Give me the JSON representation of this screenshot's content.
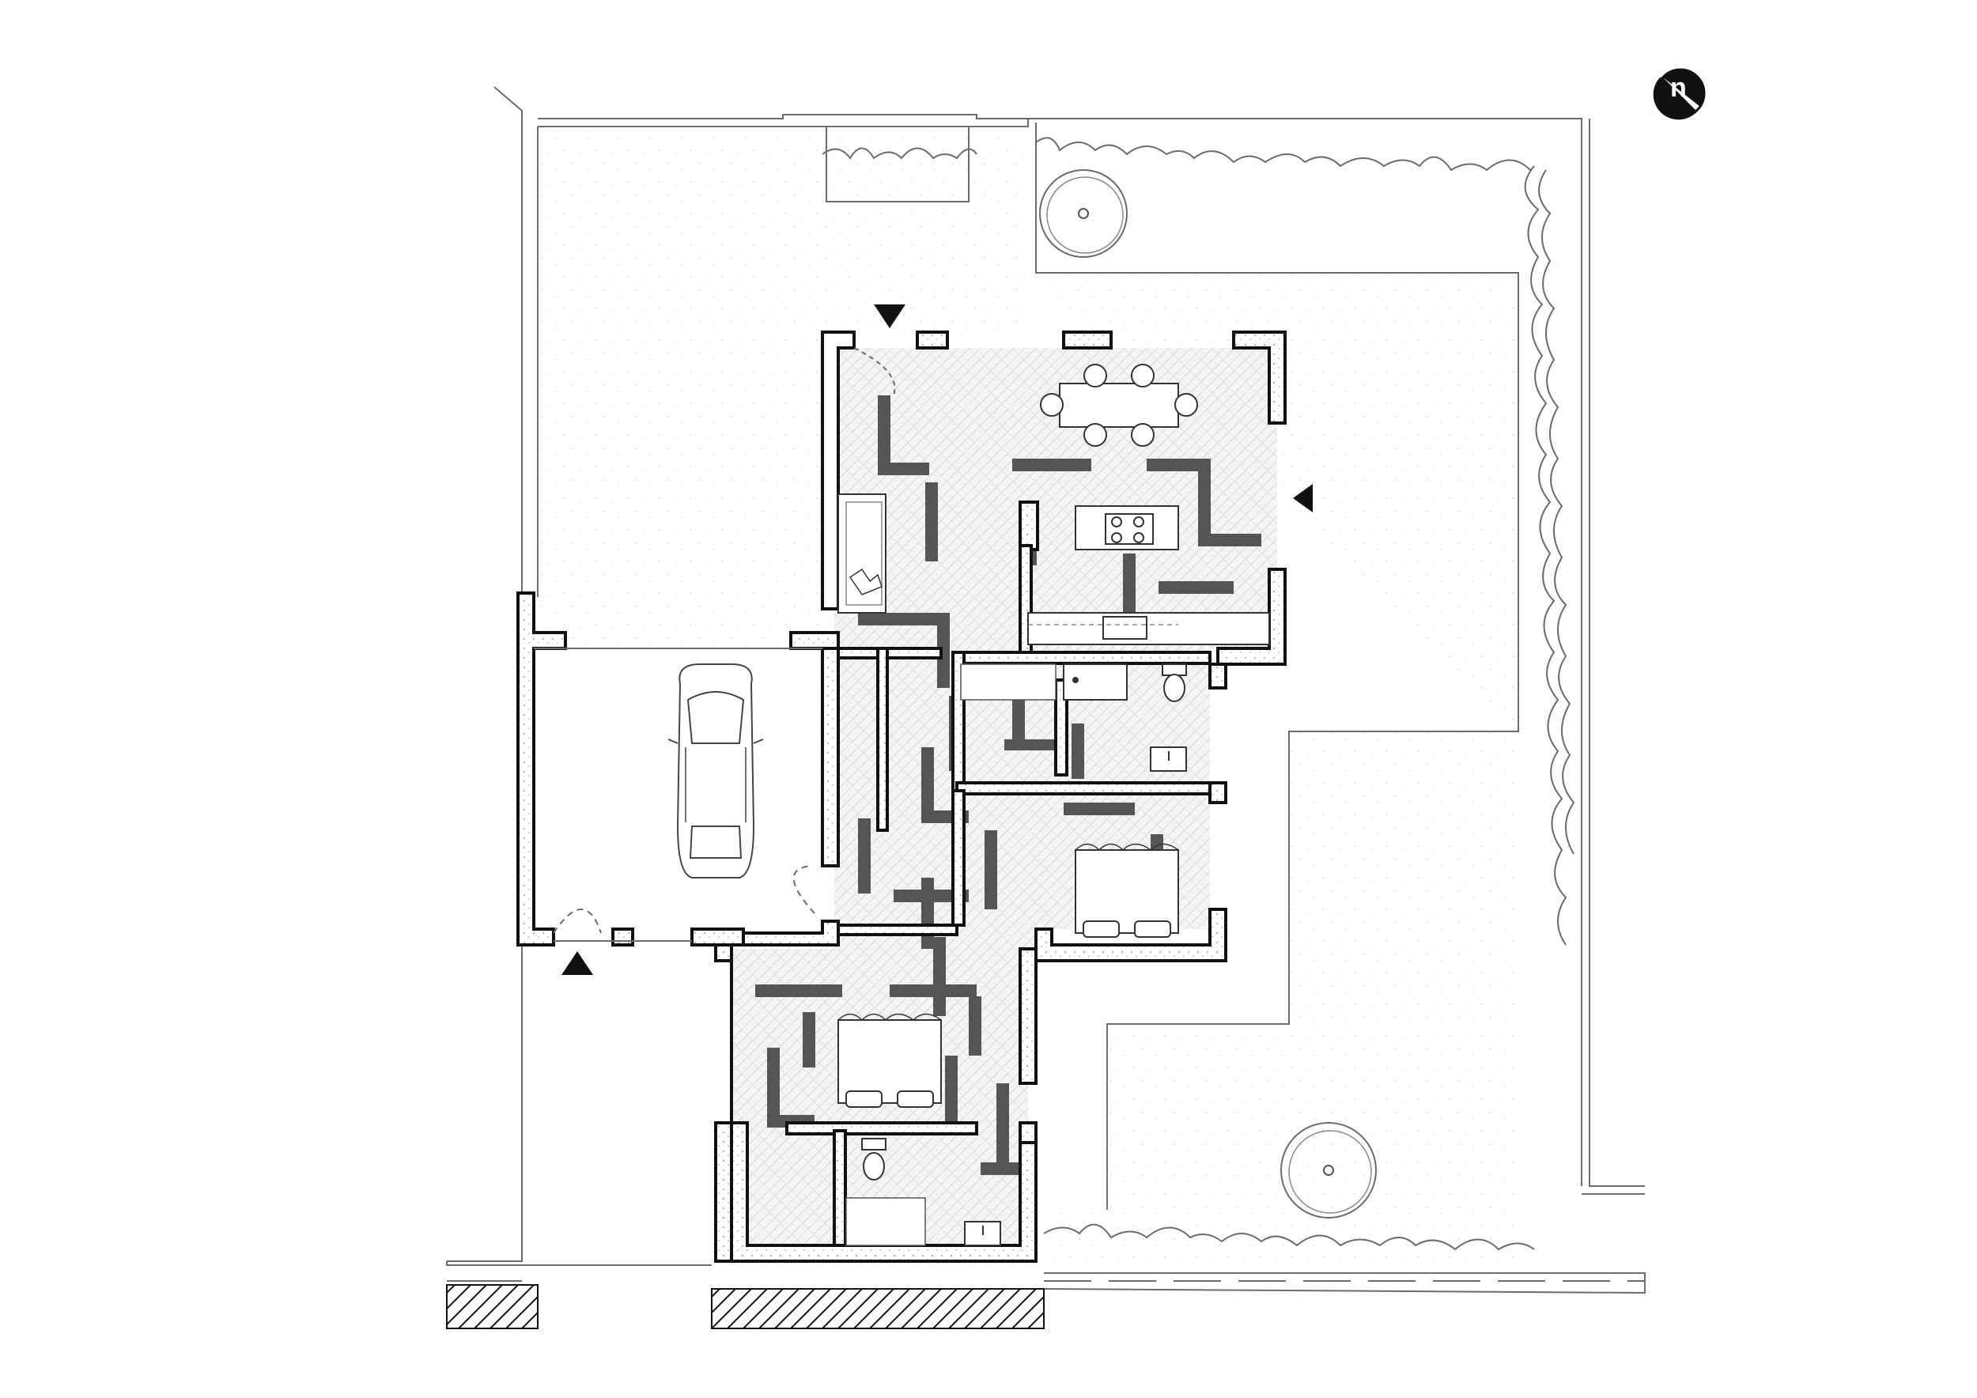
{
  "compass": {
    "label": "n"
  },
  "entrances": [
    {
      "id": "north-entrance",
      "direction": "down"
    },
    {
      "id": "east-entrance",
      "direction": "left"
    },
    {
      "id": "garage-entrance",
      "direction": "up"
    }
  ]
}
